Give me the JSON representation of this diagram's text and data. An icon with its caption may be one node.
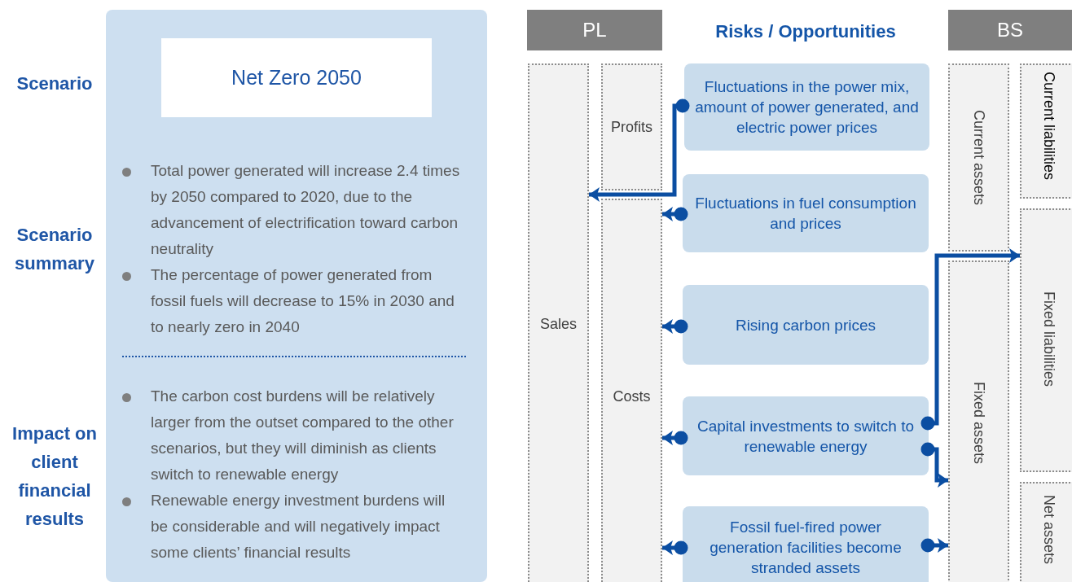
{
  "diagram": {
    "nodes": [
      {
        "text": [],
        "shape": "box"
      },
      {
        "text": [
          "Net Zero 2050"
        ],
        "in": 0
      },
      {
        "text": [
          "PL"
        ]
      },
      {
        "text": [
          "BS"
        ]
      },
      {
        "text": [
          "Sales"
        ]
      },
      {
        "text": [
          "Profits"
        ]
      },
      {
        "text": [
          "Costs"
        ]
      },
      {
        "text": [
          "Current assets"
        ]
      },
      {
        "text": [
          "Fixed assets"
        ]
      },
      {
        "text": [
          "Current liabilities"
        ]
      },
      {
        "text": [
          "Fixed liabilities"
        ]
      },
      {
        "text": [
          "Net assets"
        ]
      },
      {
        "text": [
          "Fluctuations in the power mix, amount of power generated, and electric power prices"
        ]
      },
      {
        "text": [
          "Fluctuations in fuel consumption and prices"
        ]
      },
      {
        "text": [
          "Rising carbon prices"
        ]
      },
      {
        "text": [
          "Capital investments to switch to renewable energy"
        ]
      },
      {
        "text": [
          "Fossil fuel-fired power generation facilities become stranded assets"
        ]
      }
    ],
    "edges": [
      {
        "from": 12,
        "to": 4,
        "arrow": "to"
      },
      {
        "from": 13,
        "to": 6,
        "arrow": "to"
      },
      {
        "from": 14,
        "to": 6,
        "arrow": "to"
      },
      {
        "from": 15,
        "to": 6,
        "arrow": "to"
      },
      {
        "from": 16,
        "to": 6,
        "arrow": "to"
      },
      {
        "from": 15,
        "to": 10,
        "arrow": "to"
      },
      {
        "from": 15,
        "to": 8,
        "arrow": "to"
      },
      {
        "from": 16,
        "to": 8,
        "arrow": "to"
      }
    ],
    "labels": [
      "Risks / Opportunities",
      "Scenario",
      "Scenario summary",
      "Total power generated will increase 2.4 times by 2050 compared to 2020, due to the advancement of electrification toward carbon neutrality",
      "The percentage of power generated from fossil fuels will decrease to 15% in 2030 and to nearly zero in 2040",
      "Impact on client financial results",
      "The carbon cost burdens will be relatively larger from the outset compared to the other scenarios, but they will diminish as clients switch to renewable energy",
      "Renewable energy investment burdens will be considerable and will negatively impact some clients’ financial results"
    ]
  }
}
